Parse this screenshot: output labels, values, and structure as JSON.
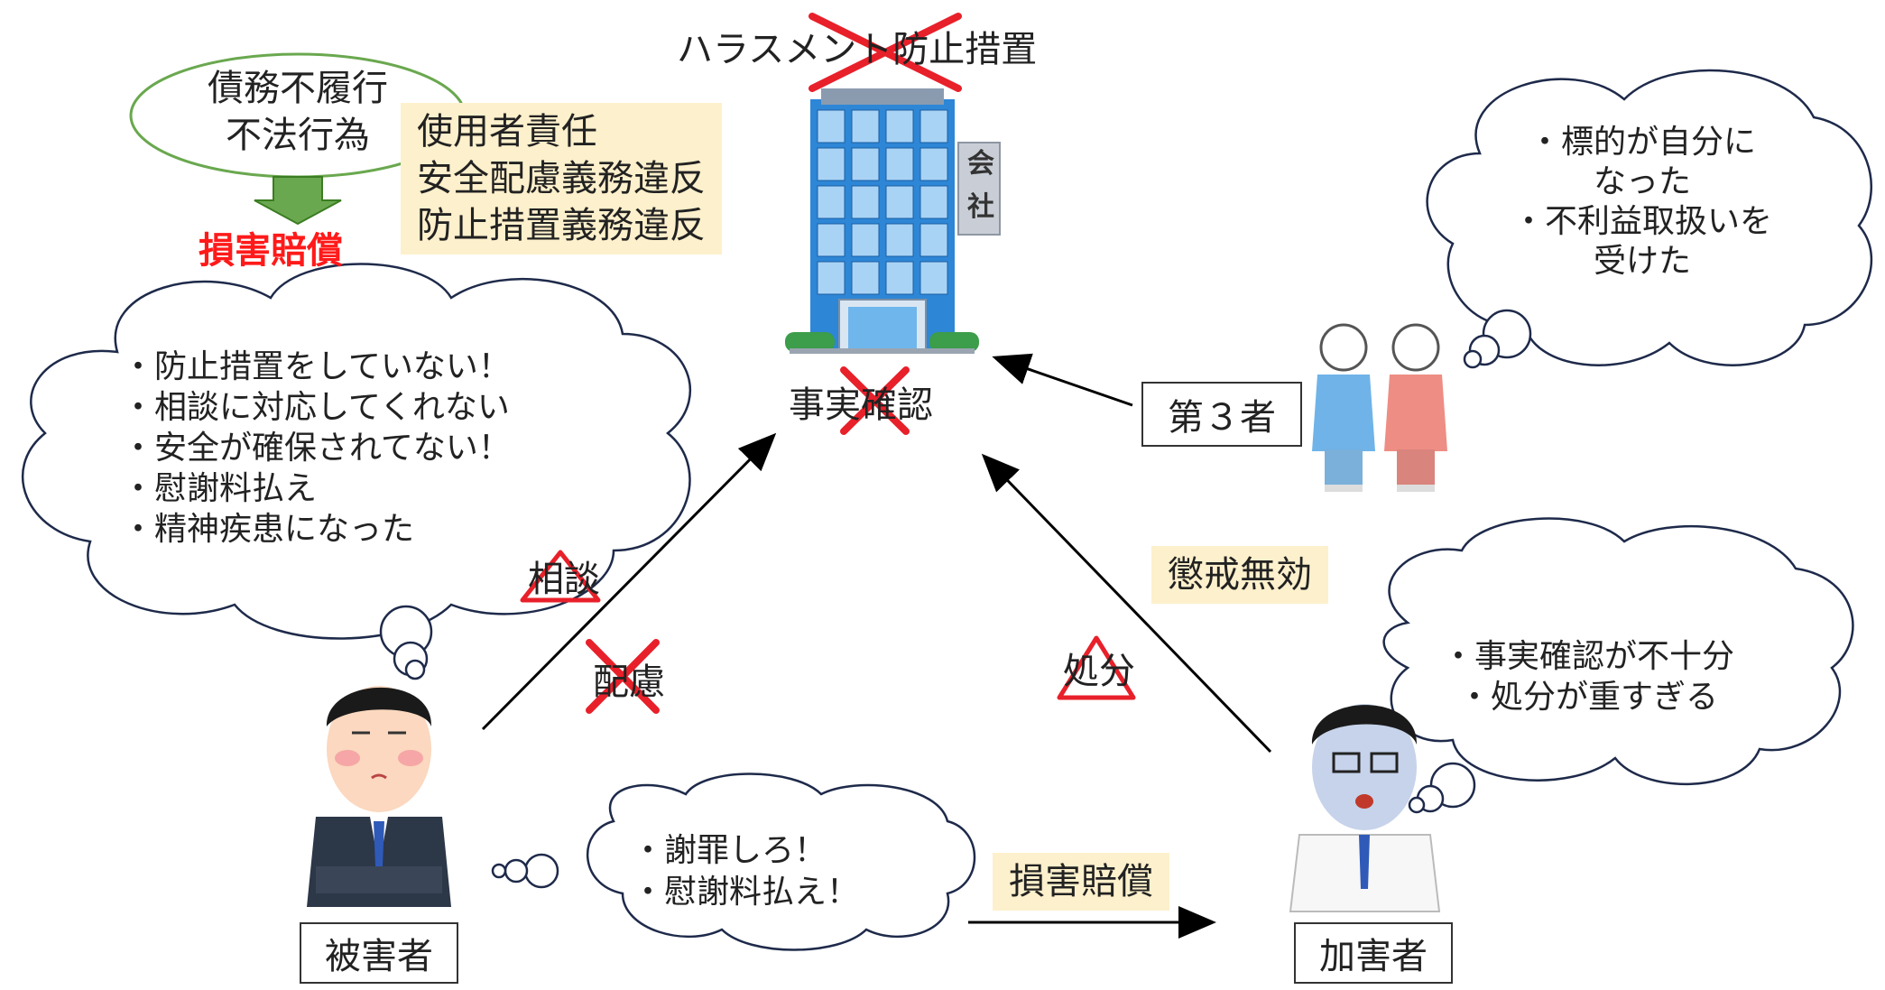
{
  "company": {
    "title": "ハラスメント防止措置",
    "fact_check": "事実確認",
    "sign": [
      "会",
      "社"
    ]
  },
  "claims_left": {
    "ellipse": [
      "債務不履行",
      "不法行為"
    ],
    "damages": "損害賠償",
    "highlight": [
      "使用者責任",
      "安全配慮義務違反",
      "防止措置義務違反"
    ]
  },
  "victim": {
    "label": "被害者",
    "thoughts": [
      "・防止措置をしていない！",
      "・相談に対応してくれない",
      "・安全が確保されてない！",
      "・慰謝料払え",
      "・精神疾患になった"
    ],
    "demands": [
      "・謝罪しろ！",
      "・慰謝料払え！"
    ]
  },
  "perpetrator": {
    "label": "加害者",
    "thoughts": [
      "・事実確認が不十分",
      "・処分が重すぎる"
    ]
  },
  "third_party": {
    "label": "第３者",
    "thoughts": [
      "・標的が自分に",
      "なった",
      "・不利益取扱いを",
      "受けた"
    ]
  },
  "edges": {
    "consult": "相談",
    "care": "配慮",
    "discipline": "処分",
    "invalid": "懲戒無効",
    "damages": "損害賠償"
  },
  "colors": {
    "cross": "#e8202a",
    "warning": "#e8202a",
    "cloud_stroke": "#1e2a4a",
    "ellipse_stroke": "#6aa84f",
    "arrow_green": "#6aa84f",
    "highlight_bg": "#fdf0cc"
  }
}
